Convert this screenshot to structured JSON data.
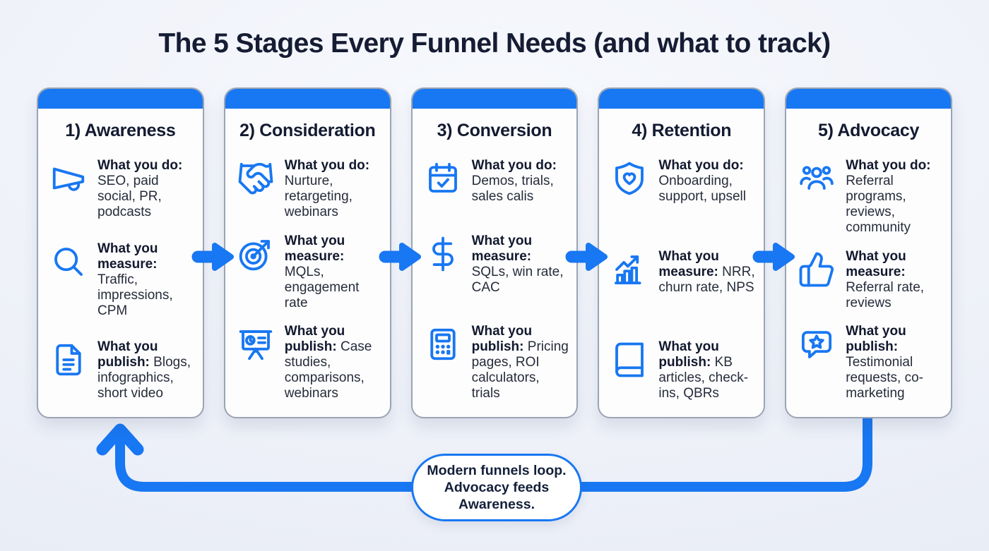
{
  "title": "The 5 Stages Every Funnel Needs (and what to track)",
  "colors": {
    "accent": "#1877f2",
    "title_text": "#151c33",
    "card_border": "#9ba4b3",
    "card_bg": "#fdfdfe"
  },
  "stages": [
    {
      "title": "1) Awareness",
      "sections": [
        {
          "icon": "megaphone-icon",
          "label": "What you do:",
          "content": "SEO, paid social, PR, podcasts"
        },
        {
          "icon": "search-icon",
          "label": "What you measure:",
          "content": "Traffic, impressions, CPM"
        },
        {
          "icon": "document-icon",
          "label": "What you publish:",
          "content": "Blogs, infographics, short video"
        }
      ]
    },
    {
      "title": "2) Consideration",
      "sections": [
        {
          "icon": "handshake-icon",
          "label": "What you do:",
          "content": "Nurture, retargeting, webinars"
        },
        {
          "icon": "target-icon",
          "label": "What you measure:",
          "content": "MQLs, engagement rate"
        },
        {
          "icon": "presentation-icon",
          "label": "What you publish:",
          "content": "Case studies, comparisons, webinars"
        }
      ]
    },
    {
      "title": "3) Conversion",
      "sections": [
        {
          "icon": "calendar-check-icon",
          "label": "What you do:",
          "content": "Demos, trials, sales calis"
        },
        {
          "icon": "dollar-icon",
          "label": "What you measure:",
          "content": "SQLs, win rate, CAC"
        },
        {
          "icon": "calculator-icon",
          "label": "What you publish:",
          "content": "Pricing pages, ROI calculators, trials"
        }
      ]
    },
    {
      "title": "4) Retention",
      "sections": [
        {
          "icon": "shield-heart-icon",
          "label": "What you do:",
          "content": "Onboarding, support, upsell"
        },
        {
          "icon": "growth-chart-icon",
          "label": "What you measure:",
          "content": "NRR, churn rate, NPS"
        },
        {
          "icon": "book-icon",
          "label": "What you publish:",
          "content": "KB articles, check-ins, QBRs"
        }
      ]
    },
    {
      "title": "5) Advocacy",
      "sections": [
        {
          "icon": "people-icon",
          "label": "What you do:",
          "content": "Referral programs, reviews, community"
        },
        {
          "icon": "thumbs-up-icon",
          "label": "What you measure:",
          "content": "Referral rate, reviews"
        },
        {
          "icon": "star-bubble-icon",
          "label": "What you publish:",
          "content": "Testimonial requests, co-marketing"
        }
      ]
    }
  ],
  "loop_note": {
    "lines": [
      "Modern funnels loop.",
      "Advocacy feeds",
      "Awareness."
    ]
  }
}
